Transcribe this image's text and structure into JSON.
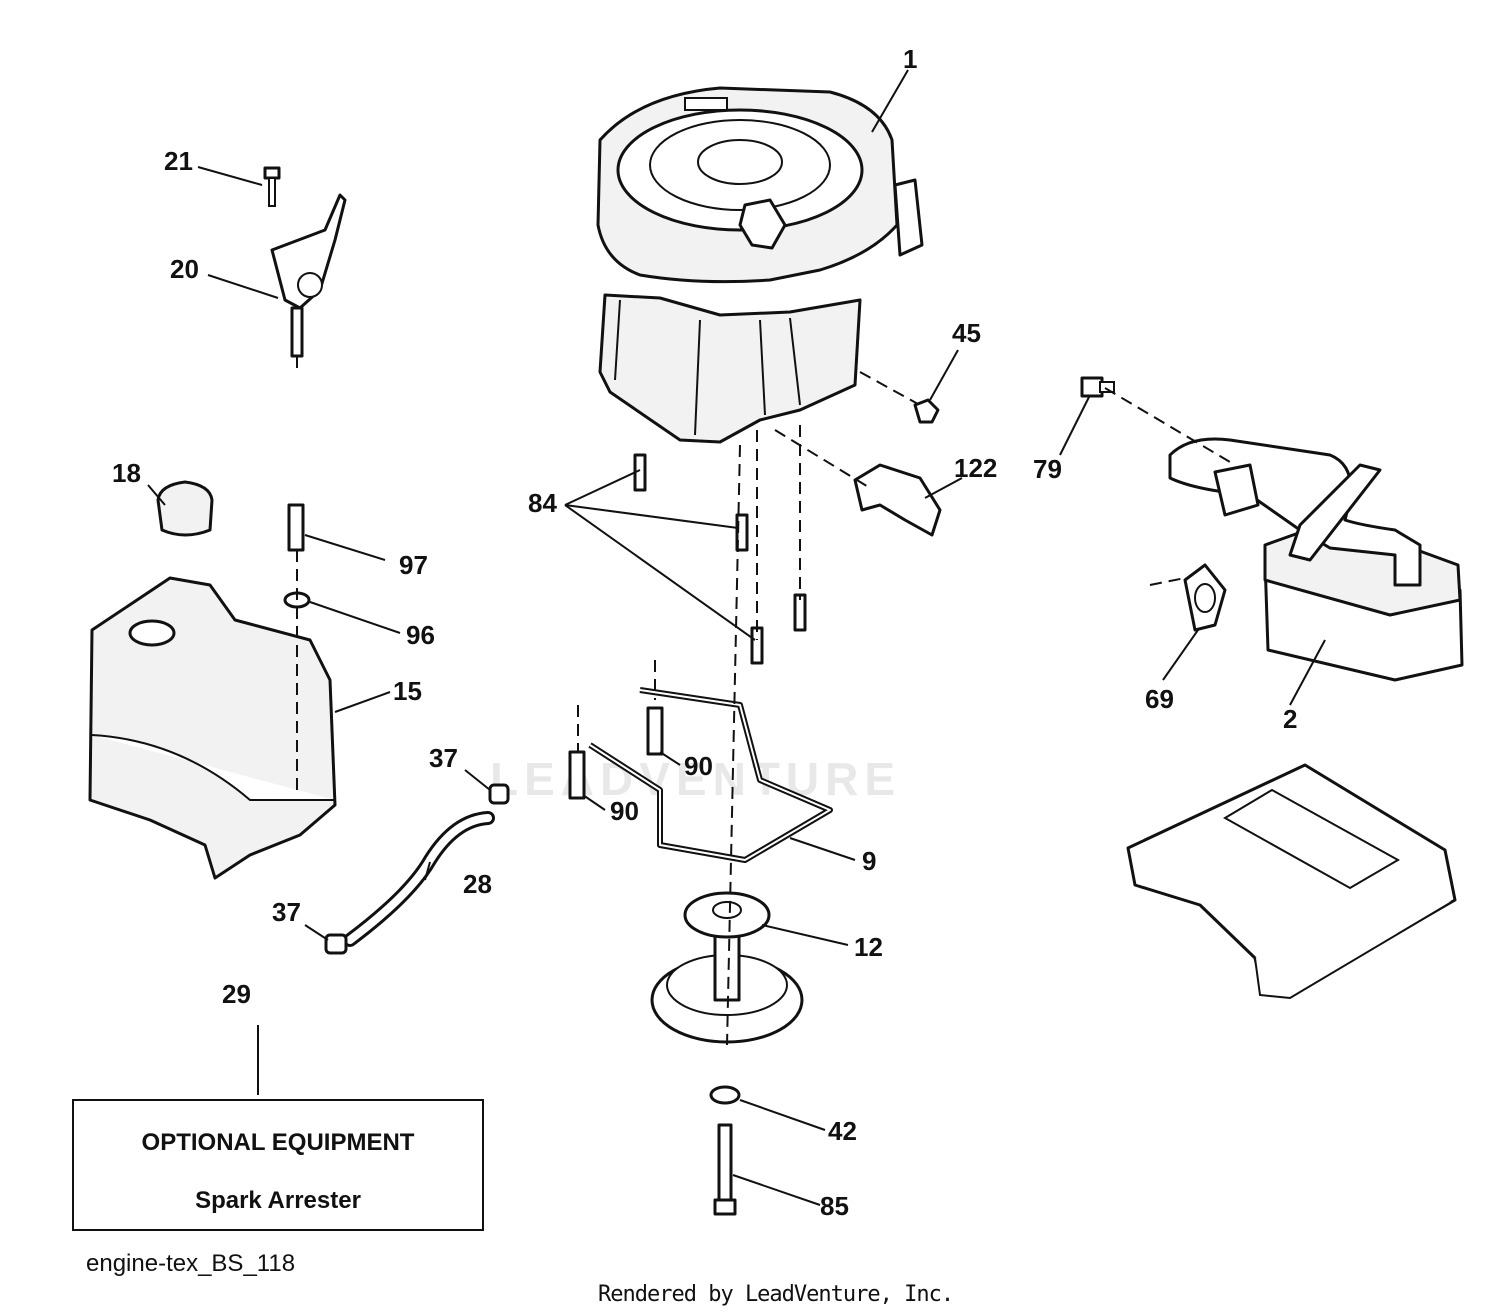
{
  "diagram": {
    "watermark_text": "LEADVENTURE",
    "part_labels": [
      {
        "id": "p1",
        "text": "1"
      },
      {
        "id": "p2",
        "text": "2"
      },
      {
        "id": "p9",
        "text": "9"
      },
      {
        "id": "p12",
        "text": "12"
      },
      {
        "id": "p15",
        "text": "15"
      },
      {
        "id": "p18",
        "text": "18"
      },
      {
        "id": "p20",
        "text": "20"
      },
      {
        "id": "p21",
        "text": "21"
      },
      {
        "id": "p28",
        "text": "28"
      },
      {
        "id": "p29",
        "text": "29"
      },
      {
        "id": "p37a",
        "text": "37"
      },
      {
        "id": "p37b",
        "text": "37"
      },
      {
        "id": "p42",
        "text": "42"
      },
      {
        "id": "p45",
        "text": "45"
      },
      {
        "id": "p69",
        "text": "69"
      },
      {
        "id": "p79",
        "text": "79"
      },
      {
        "id": "p84",
        "text": "84"
      },
      {
        "id": "p85",
        "text": "85"
      },
      {
        "id": "p90a",
        "text": "90"
      },
      {
        "id": "p90b",
        "text": "90"
      },
      {
        "id": "p96",
        "text": "96"
      },
      {
        "id": "p97",
        "text": "97"
      },
      {
        "id": "p122",
        "text": "122"
      }
    ]
  },
  "optional_equipment": {
    "title": "OPTIONAL EQUIPMENT",
    "item": "Spark Arrester"
  },
  "footer": {
    "diagram_code": "engine-tex_BS_118",
    "credit": "Rendered by LeadVenture, Inc."
  }
}
